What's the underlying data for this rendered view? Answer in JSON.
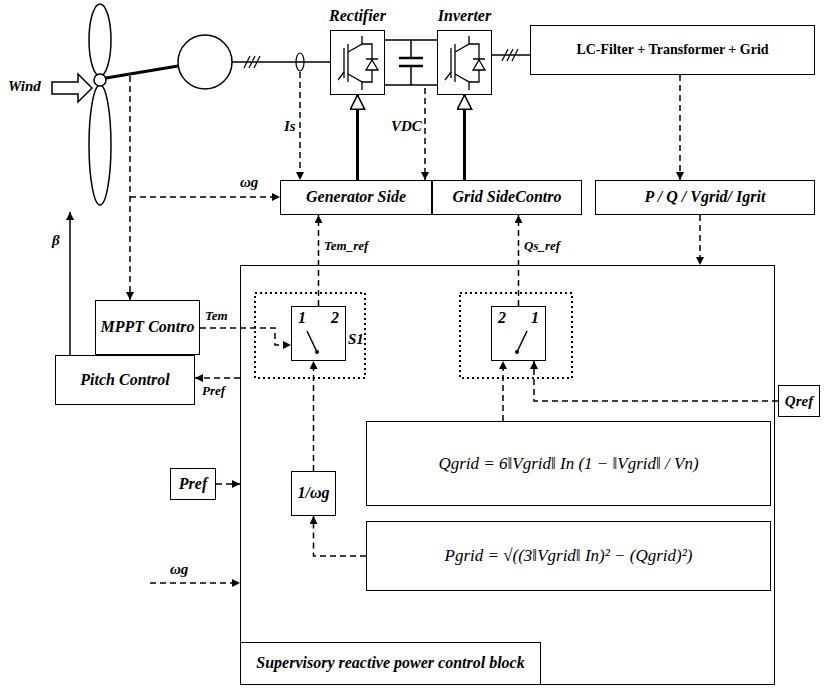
{
  "diagram": {
    "nodes": [
      {
        "text": [
          "Rectifier"
        ]
      },
      {
        "text": [
          "Inverter"
        ]
      },
      {
        "text": [
          "LC-Filter + Transformer + Grid"
        ]
      },
      {
        "text": [
          "Generator Side"
        ]
      },
      {
        "text": [
          "Grid SideContro"
        ]
      },
      {
        "text": [
          "P / Q / Vgrid/ Igrit"
        ]
      },
      {
        "text": [
          "MPPT Contro"
        ]
      },
      {
        "text": [
          "Pitch Control"
        ]
      },
      {
        "text": [
          "Pref"
        ]
      },
      {
        "text": [
          "Qref"
        ]
      },
      {
        "text": [
          "Supervisory reactive power control block"
        ]
      },
      {
        "text": [
          "1",
          "2"
        ],
        "in": 10
      },
      {
        "text": [
          "2",
          "1"
        ],
        "in": 10
      },
      {
        "text": [
          "Qgrid = 6‖Vgrid‖ In (1 − ‖Vgrid‖ / Vn)"
        ],
        "in": 10
      },
      {
        "text": [
          "Pgrid = √((3‖Vgrid‖ In)² − (Qgrid)²)"
        ],
        "in": 10
      },
      {
        "text": [
          "1/ωg"
        ],
        "in": 10
      }
    ],
    "edges": [
      {
        "from": 3,
        "to": 0,
        "arrow": "to"
      },
      {
        "from": 4,
        "to": 1,
        "arrow": "to"
      },
      {
        "from": 2,
        "to": 5,
        "arrow": "to"
      },
      {
        "from": 5,
        "to": 10,
        "arrow": "to"
      },
      {
        "from": 11,
        "to": 3,
        "label": "Tem_ref",
        "arrow": "to"
      },
      {
        "from": 12,
        "to": 4,
        "label": "Qs_ref",
        "arrow": "to"
      },
      {
        "from": 6,
        "to": 11,
        "label": "Tem",
        "arrow": "to"
      },
      {
        "from": 10,
        "to": 7,
        "label": "Pref",
        "arrow": "to"
      },
      {
        "from": 8,
        "to": 10,
        "arrow": "to"
      },
      {
        "from": 9,
        "to": 12,
        "arrow": "to"
      },
      {
        "from": 13,
        "to": 12,
        "arrow": "to"
      },
      {
        "from": 14,
        "to": 15,
        "arrow": "to"
      },
      {
        "from": 15,
        "to": 11,
        "arrow": "to"
      }
    ],
    "labels": [
      "Wind",
      "Is",
      "VDC",
      "ωg",
      "β",
      "ωg",
      "S1"
    ]
  }
}
